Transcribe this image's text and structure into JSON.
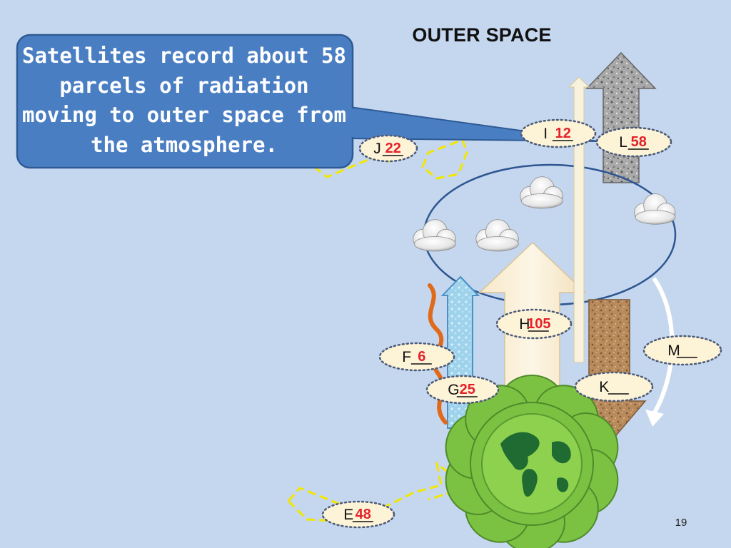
{
  "slide": {
    "title": "OUTER SPACE",
    "callout_text": "Satellites record about 58 parcels of radiation moving to outer space from the atmosphere.",
    "page_number": "19"
  },
  "labels": [
    {
      "id": "E",
      "letter": "E",
      "value": "48"
    },
    {
      "id": "F",
      "letter": "F",
      "value": "6"
    },
    {
      "id": "G",
      "letter": "G",
      "value": "25"
    },
    {
      "id": "H",
      "letter": "H",
      "value": "105"
    },
    {
      "id": "I",
      "letter": "I",
      "value": "12"
    },
    {
      "id": "J",
      "letter": "J",
      "value": "22"
    },
    {
      "id": "K",
      "letter": "K",
      "value": ""
    },
    {
      "id": "L",
      "letter": "L",
      "value": "58"
    },
    {
      "id": "M",
      "letter": "M",
      "value": ""
    }
  ],
  "colors": {
    "background": "#c5d7ee",
    "callout_fill": "#4a7ec3",
    "callout_border": "#2e5a94",
    "value_red": "#e4212b",
    "earth_green": "#7cc242",
    "yellow_dashed": "#f2e600"
  },
  "icons": [
    "cloud-icon",
    "earth-icon"
  ]
}
